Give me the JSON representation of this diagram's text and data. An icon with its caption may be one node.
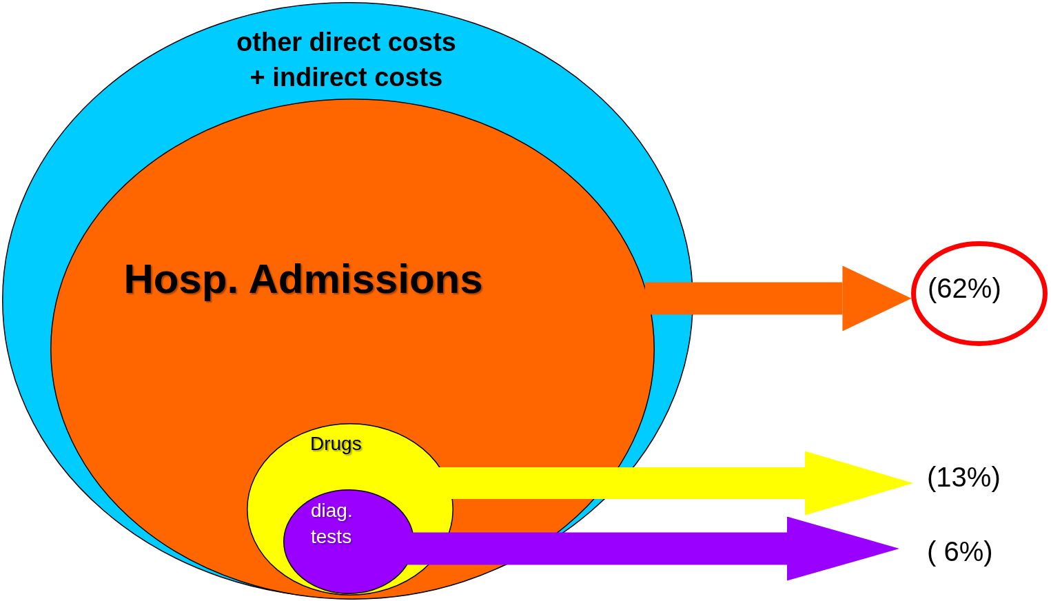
{
  "diagram": {
    "nodes": [
      {
        "text": [
          "other direct costs + indirect costs"
        ]
      },
      {
        "text": [
          "Hosp. Admissions"
        ],
        "in": 0
      },
      {
        "text": [
          "Drugs"
        ],
        "in": 1
      },
      {
        "text": [
          "diag. tests"
        ],
        "in": 2
      },
      {
        "text": [
          "(62%)"
        ]
      },
      {
        "text": [
          "(13%)"
        ]
      },
      {
        "text": [
          "( 6%)"
        ]
      }
    ],
    "edges": [
      {
        "from": 1,
        "to": 4,
        "arrow": "to",
        "color": "#ff6600"
      },
      {
        "from": 2,
        "to": 5,
        "arrow": "to",
        "color": "#ffff00"
      },
      {
        "from": 3,
        "to": 6,
        "arrow": "to",
        "color": "#9900ff"
      }
    ]
  }
}
